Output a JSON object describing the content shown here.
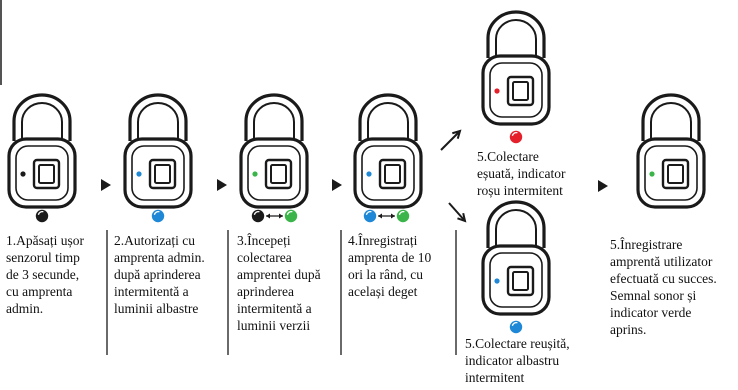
{
  "colors": {
    "outline": "#1a1a1a",
    "black": "#1a1a1a",
    "blue": "#1e88d6",
    "green": "#3bb54a",
    "red": "#e5202b"
  },
  "steps": [
    {
      "text": "1.Apăsați ușor\nsenzorul timp\nde 3 secunde,\ncu amprenta\nadmin.",
      "indicator": "black",
      "lock_icon": "padlock-fingerprint-icon"
    },
    {
      "text": "2.Autorizați cu\namprenta admin.\ndupă aprinderea\nintermitentă a\nluminii albastre",
      "indicator": "blue",
      "lock_icon": "padlock-fingerprint-icon"
    },
    {
      "text": "3.Începeți\ncolectarea\namprentei după\naprinderea\nintermitentă a\nluminii verzii",
      "indicator": "black-green",
      "lock_icon": "padlock-fingerprint-icon"
    },
    {
      "text": "4.Înregistrați\namprenta de 10\nori la rând, cu\nacelași deget",
      "indicator": "blue-green",
      "lock_icon": "padlock-fingerprint-icon"
    }
  ],
  "outcomes": {
    "failure": {
      "text": "5.Colectare\neșuată, indicator\nroșu intermitent",
      "indicator": "red"
    },
    "success": {
      "text": "5.Colectare reușită,\nindicator albastru\nintermitent",
      "indicator": "blue"
    },
    "final": {
      "text": "5.Înregistrare\namprentă utilizator\nefectuată cu succes.\nSemnal sonor și\nindicator verde\naprins.",
      "indicator": "green"
    }
  },
  "icons": [
    "padlock-fingerprint-icon",
    "arrow-right-icon",
    "double-arrow-icon",
    "diagonal-arrow-icon"
  ]
}
